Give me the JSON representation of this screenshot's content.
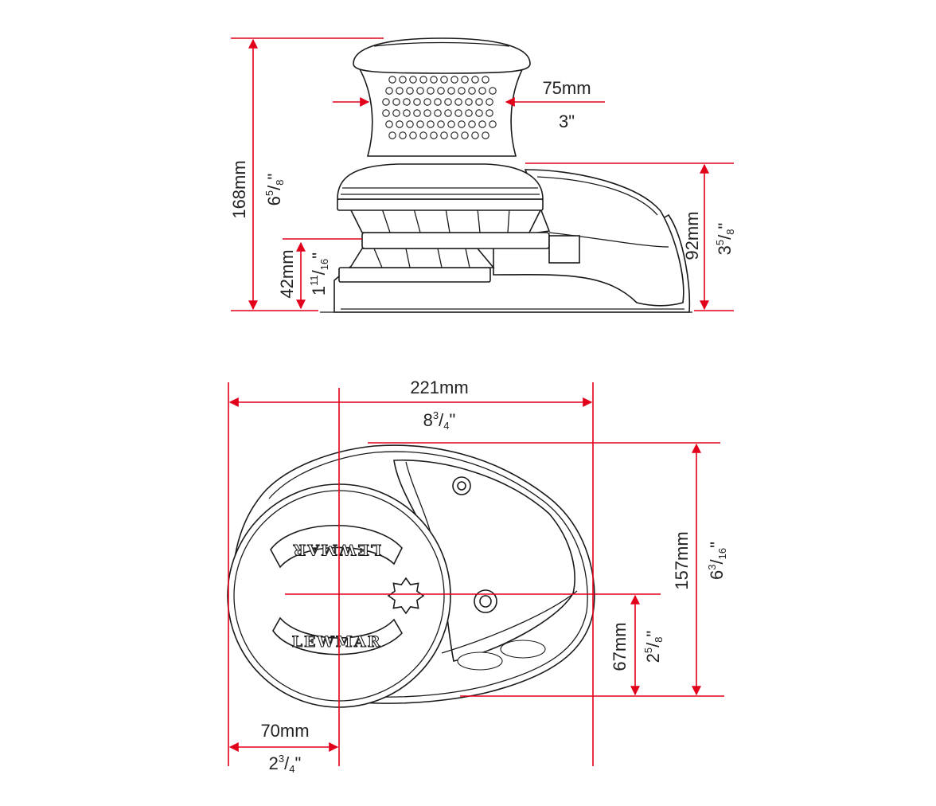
{
  "side_view": {
    "drum_diameter": {
      "metric": "75mm",
      "imperial": "3\""
    },
    "total_height": {
      "metric": "168mm",
      "imperial_whole": "6",
      "imperial_num": "5",
      "imperial_den": "8"
    },
    "base_height": {
      "metric": "92mm",
      "imperial_whole": "3",
      "imperial_num": "5",
      "imperial_den": "8"
    },
    "deck_height": {
      "metric": "42mm",
      "imperial_whole": "1",
      "imperial_num": "11",
      "imperial_den": "16"
    }
  },
  "top_view": {
    "overall_length": {
      "metric": "221mm",
      "imperial_whole": "8",
      "imperial_num": "3",
      "imperial_den": "4"
    },
    "overall_width": {
      "metric": "157mm",
      "imperial_whole": "6",
      "imperial_num": "3",
      "imperial_den": "16"
    },
    "centre_offset": {
      "metric": "67mm",
      "imperial_whole": "2",
      "imperial_num": "5",
      "imperial_den": "8"
    },
    "front_to_centre": {
      "metric": "70mm",
      "imperial_whole": "2",
      "imperial_num": "3",
      "imperial_den": "4"
    },
    "brand_top": "LEWMAR",
    "brand_bottom": "LEWMAR"
  },
  "colors": {
    "dimension_line": "#e3001b",
    "outline": "#1a1a1a",
    "text": "#222222"
  }
}
